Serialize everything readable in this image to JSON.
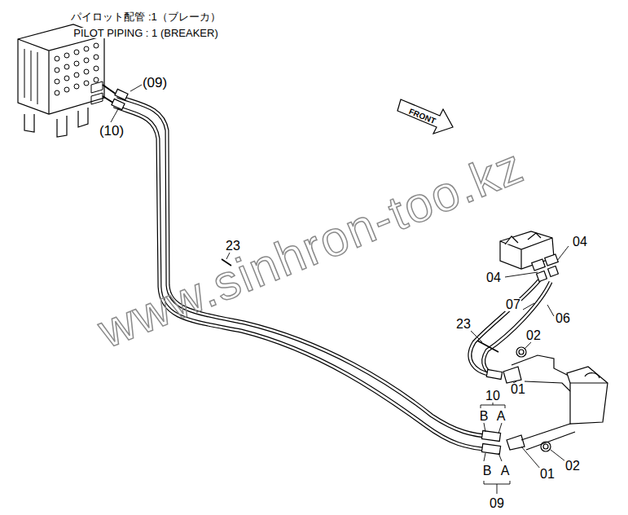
{
  "diagram": {
    "labels": [
      "パイロット配管 :1（ブレーカ）",
      "PILOT PIPING : 1 (BREAKER)",
      "FRONT",
      "www.sinhron-too.kz",
      "(09)",
      "(10)",
      "23",
      "04",
      "04",
      "07",
      "06",
      "23",
      "02",
      "01",
      "10",
      "B",
      "A",
      "01",
      "02",
      "B",
      "A",
      "09"
    ]
  }
}
